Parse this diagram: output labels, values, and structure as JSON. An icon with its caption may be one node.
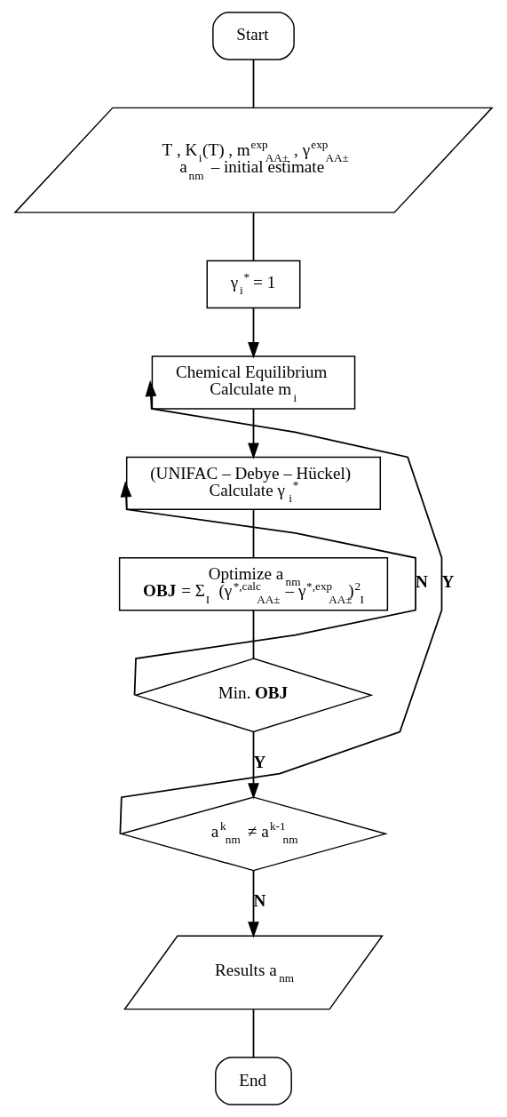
{
  "diagram": {
    "nodes": [
      {
        "text": [
          "Start"
        ]
      },
      {
        "text": [
          "T , K$_{i}$(T) , m$^{exp}$$_{AA±}$ , γ$^{exp}$$_{AA±}$",
          "a$_{nm}$ – initial estimate"
        ]
      },
      {
        "text": [
          "γ$_{i}$$^{*}$ = 1"
        ]
      },
      {
        "text": [
          "Chemical Equilibrium",
          "Calculate m$_{i}$"
        ]
      },
      {
        "text": [
          "(UNIFAC – Debye – Hückel)",
          "Calculate γ$_{i}$$^{*}$"
        ]
      },
      {
        "text": [
          "Optimize a$_{nm}$",
          "**OBJ** = Σ$_{I}$ (γ$^{*,calc}$$_{AA±}$ – γ$^{*,exp}$$_{AA±}$)$^{2}$$_{I}$"
        ]
      },
      {
        "text": [
          "Min. **OBJ**"
        ]
      },
      {
        "text": [
          "a$^{k}$$_{nm}$ ≠ a$^{k-1}$$_{nm}$"
        ]
      },
      {
        "text": [
          "Results a$_{nm}$"
        ]
      },
      {
        "text": [
          "End"
        ]
      }
    ],
    "edges": [
      {
        "from": 0,
        "to": 1,
        "arrow": "none"
      },
      {
        "from": 1,
        "to": 2,
        "arrow": "none"
      },
      {
        "from": 2,
        "to": 3,
        "arrow": "to"
      },
      {
        "from": 3,
        "to": 4,
        "arrow": "to"
      },
      {
        "from": 4,
        "to": 5,
        "arrow": "none"
      },
      {
        "from": 5,
        "to": 6,
        "arrow": "none"
      },
      {
        "from": 6,
        "to": 4,
        "arrow": "to",
        "label": "N"
      },
      {
        "from": 6,
        "to": 7,
        "arrow": "to",
        "label": "Y"
      },
      {
        "from": 7,
        "to": 3,
        "arrow": "to",
        "label": "Y"
      },
      {
        "from": 7,
        "to": 8,
        "arrow": "to",
        "label": "N"
      },
      {
        "from": 8,
        "to": 9,
        "arrow": "none"
      }
    ]
  }
}
